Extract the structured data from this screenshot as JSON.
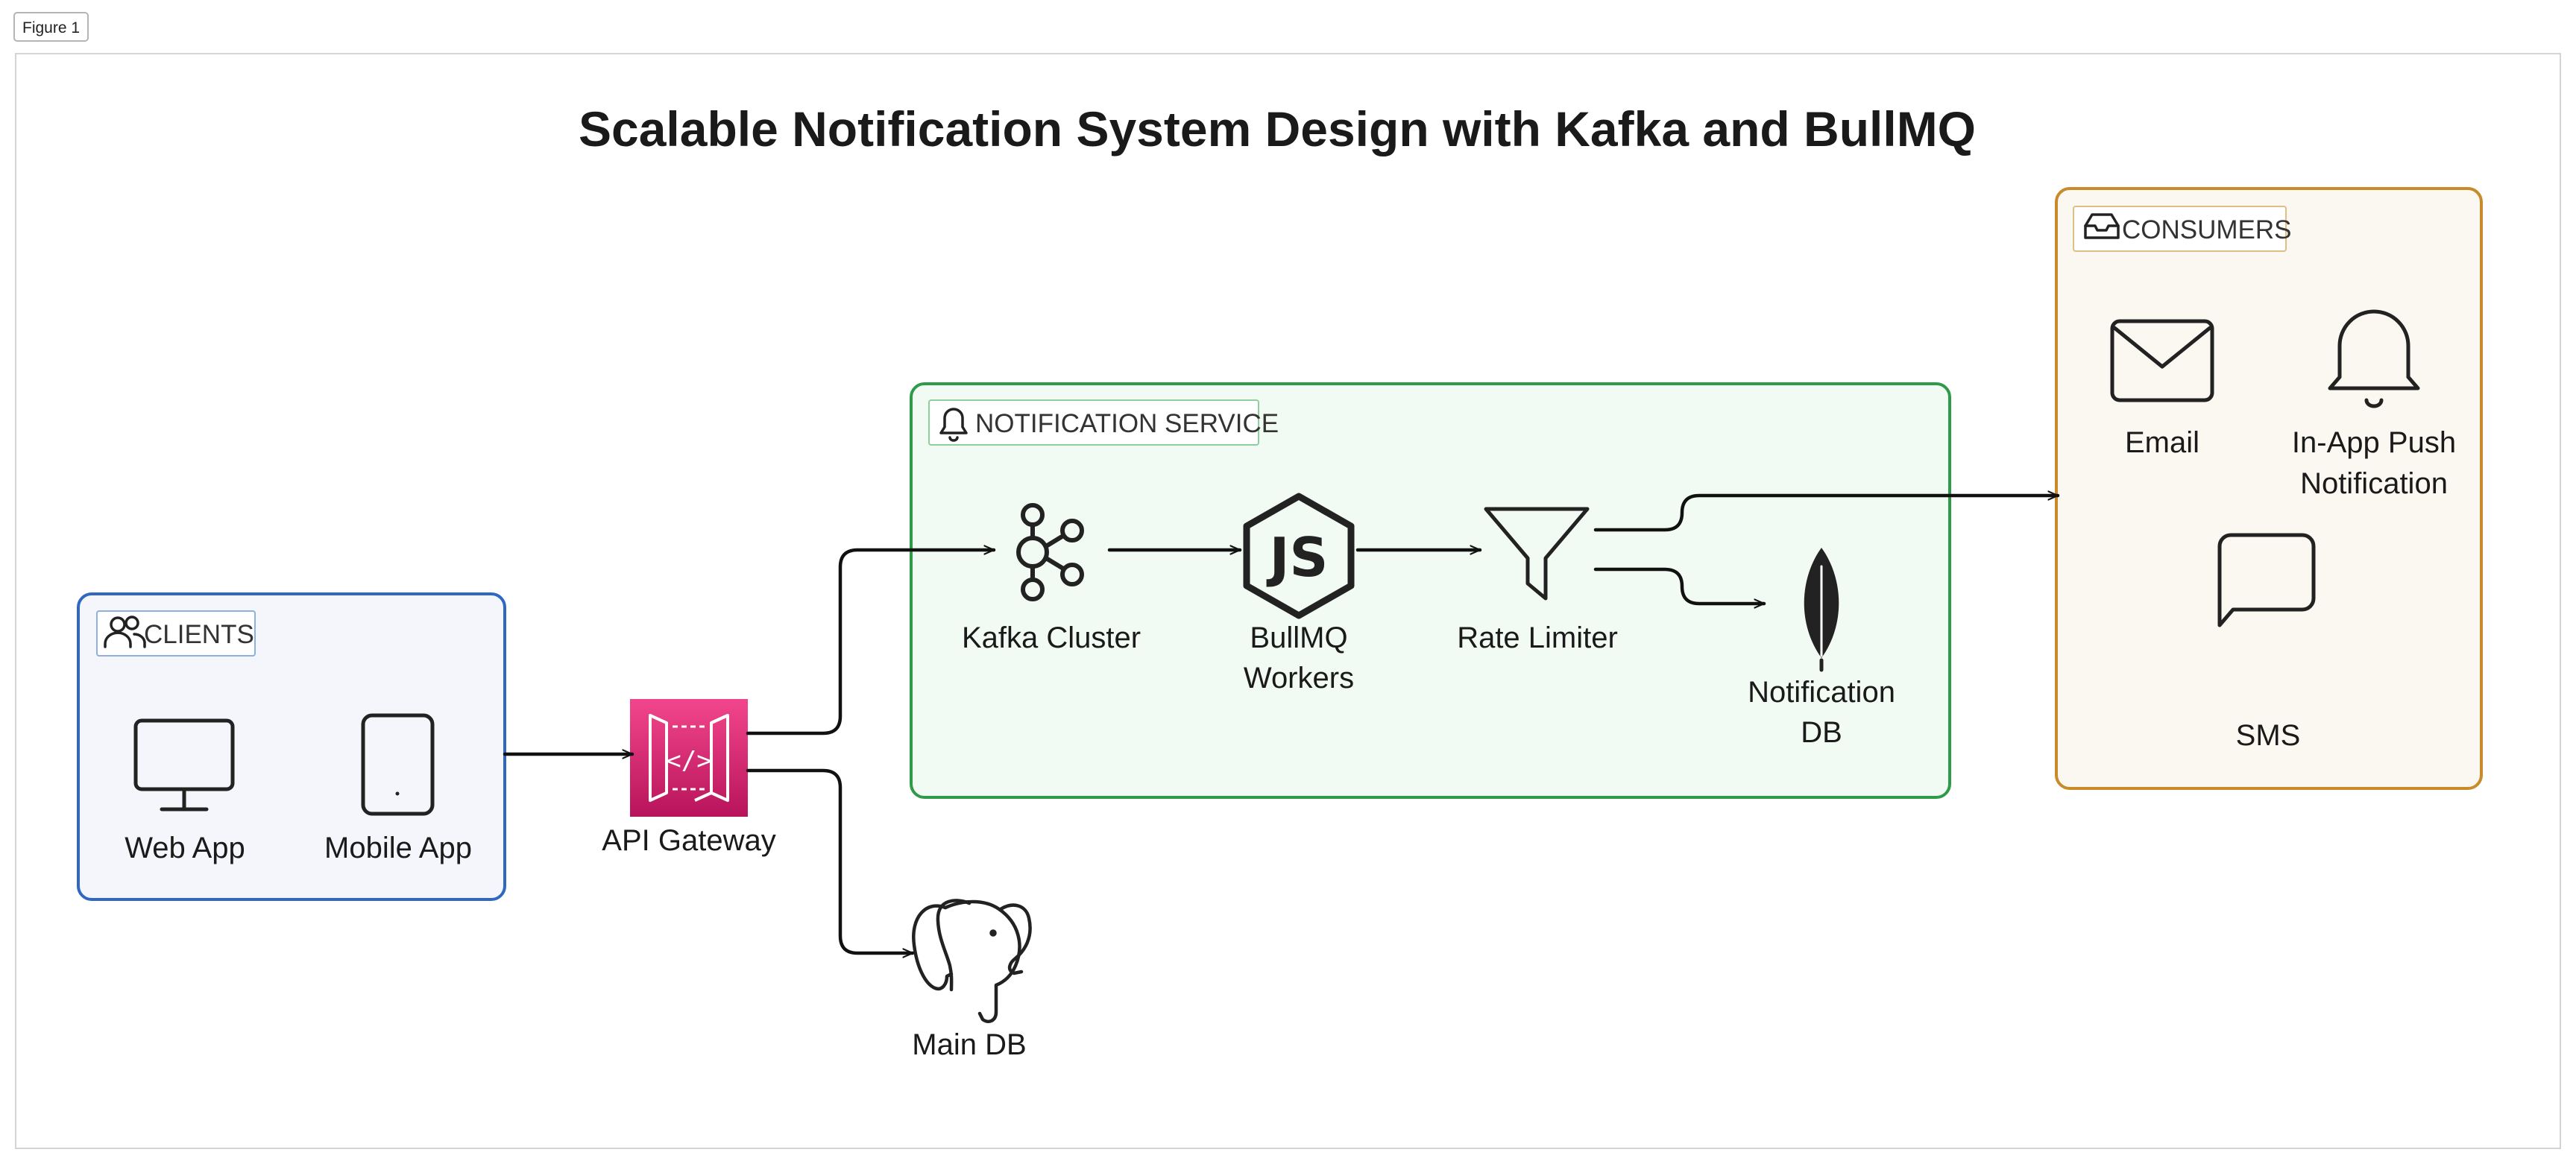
{
  "figure_tab": "Figure 1",
  "title": "Scalable Notification System Design with Kafka and BullMQ",
  "groups": {
    "clients": {
      "label": "CLIENTS",
      "color": "#2f67c2",
      "fill": "#f4f6fb"
    },
    "notification_service": {
      "label": "NOTIFICATION SERVICE",
      "color": "#2f9a48",
      "fill": "#f1faf3"
    },
    "consumers": {
      "label": "CONSUMERS",
      "color": "#c98a2a",
      "fill": "#fbf8f1"
    }
  },
  "nodes": {
    "web_app": {
      "label": "Web App",
      "icon": "monitor-icon"
    },
    "mobile_app": {
      "label": "Mobile App",
      "icon": "mobile-phone-icon"
    },
    "api_gateway": {
      "label": "API Gateway",
      "icon": "api-gateway-icon",
      "color": "#d6246e"
    },
    "kafka": {
      "label": "Kafka Cluster",
      "icon": "kafka-icon"
    },
    "bullmq": {
      "label_line1": "BullMQ",
      "label_line2": "Workers",
      "icon": "nodejs-icon"
    },
    "rate_limiter": {
      "label": "Rate Limiter",
      "icon": "funnel-icon"
    },
    "notification_db": {
      "label_line1": "Notification",
      "label_line2": "DB",
      "icon": "mongodb-leaf-icon"
    },
    "main_db": {
      "label": "Main DB",
      "icon": "postgresql-elephant-icon"
    },
    "email": {
      "label": "Email",
      "icon": "envelope-icon"
    },
    "in_app_push": {
      "label_line1": "In-App Push",
      "label_line2": "Notification",
      "icon": "bell-icon"
    },
    "sms": {
      "label": "SMS",
      "icon": "chat-bubble-icon"
    }
  }
}
